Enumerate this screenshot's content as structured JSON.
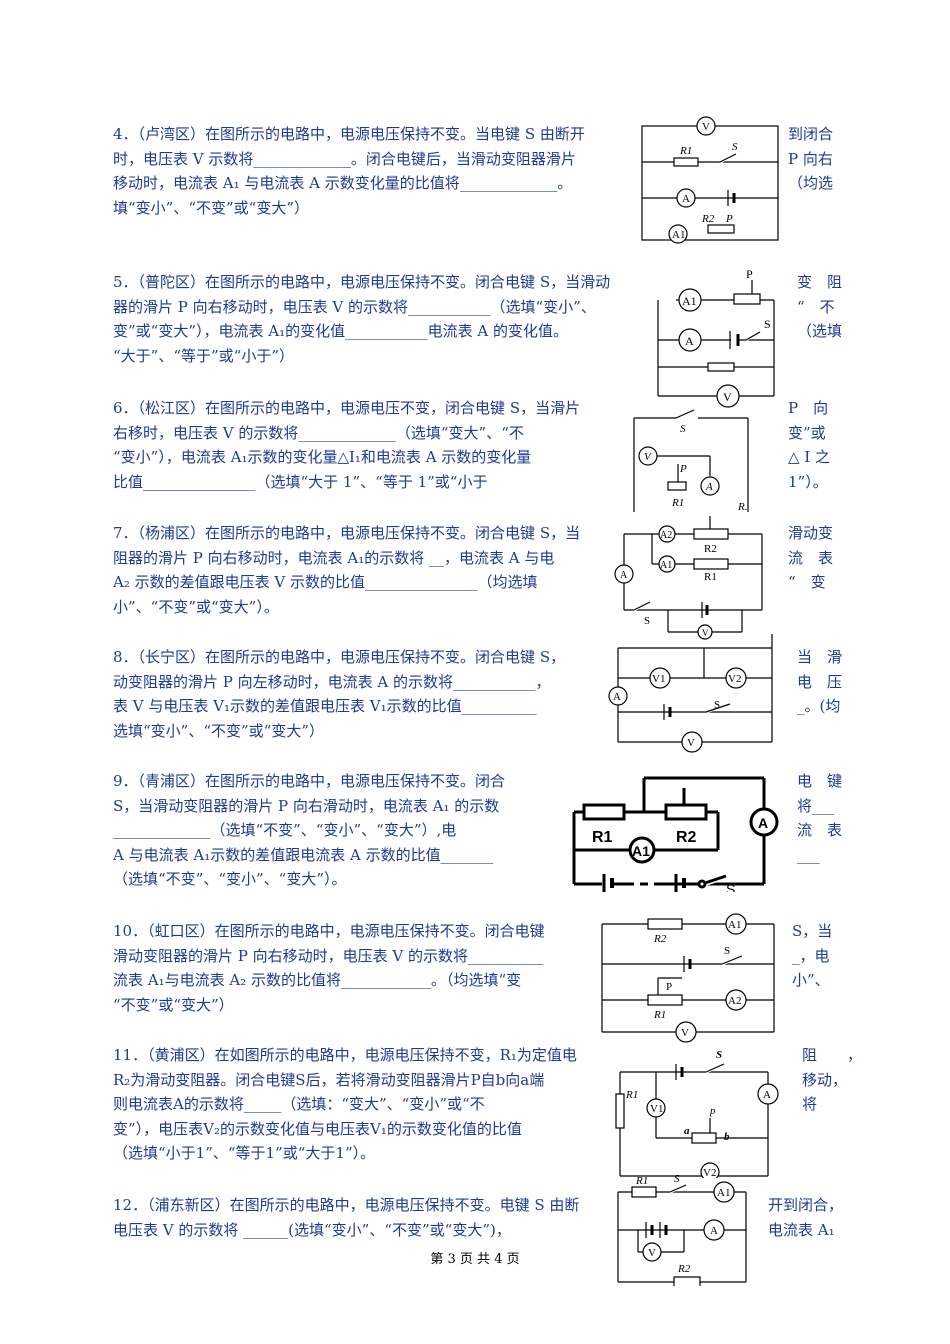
{
  "questions": [
    {
      "lines": [
        "4．（卢湾区）在图所示的电路中，电源电压保持不变。当电键 S 由断开",
        "时，电压表 V 示数将_____________。闭合电键后，当滑动变阻器滑片",
        "移动时，电流表 A₁ 与电流表 A 示数变化量的比值将_____________。",
        "填“变小”、“不变”或“变大”）"
      ],
      "side": [
        "到闭合",
        "P 向右",
        "（均选"
      ]
    },
    {
      "lines": [
        "5．（普陀区）在图所示的电路中，电源电压保持不变。闭合电键 S，当滑动",
        "器的滑片 P 向右移动时，电压表 V 的示数将___________（选填“变小”、",
        "变”或“变大”），电流表 A₁的变化值___________电流表 A 的变化值。",
        "“大于”、“等于”或“小于”）"
      ],
      "side": [
        "变　阻",
        "“　不",
        "（选填"
      ]
    },
    {
      "lines": [
        "6．（松江区）在图所示的电路中，电源电压不变，闭合电键 S，当滑片",
        "右移时，电压表 V 的示数将_____________（选填“变大”、“不",
        "“变小”），电流表 A₁示数的变化量△I₁和电流表 A 示数的变化量",
        "比值_______________（选填“大于 1”、“等于 1”或“小于"
      ],
      "side": [
        "P　向",
        "变”或",
        "△ I 之",
        "1”）。"
      ]
    },
    {
      "lines": [
        "7．（杨浦区）在图所示的电路中，电源电压保持不变。闭合电键 S，当",
        "阻器的滑片 P 向右移动时，电流表 A₁的示数将 __，电流表 A 与电",
        "A₂ 示数的差值跟电压表 V 示数的比值_______________（均选填",
        "小”、“不变”或“变大”）。"
      ],
      "side": [
        "滑动变",
        "流　表",
        "“　变"
      ]
    },
    {
      "lines": [
        "8．（长宁区）在图所示的电路中，电源电压保持不变。闭合电键 S，",
        "动变阻器的滑片 P 向左移动时，电流表 A 的示数将___________，",
        "表 V 与电压表 V₁示数的差值跟电压表 V₁示数的比值__________",
        "选填“变小”、“不变”或“变大”）"
      ],
      "side": [
        "当　滑",
        "电　压",
        "_。(均"
      ]
    },
    {
      "lines": [
        "9．（青浦区）在图所示的电路中，电源电压保持不变。闭合",
        "S，当滑动变阻器的滑片 P 向右滑动时，电流表 A₁ 的示数",
        "_____________（选填“不变”、“变小”、“变大”）,电",
        "A 与电流表 A₁示数的差值跟电流表 A 示数的比值_______",
        "（选填“不变”、“变小”、“变大”）。"
      ],
      "side": [
        "电　键",
        "将___",
        "流　表",
        "___"
      ]
    },
    {
      "lines": [
        "10．（虹口区）在图所示的电路中，电源电压保持不变。闭合电键",
        "滑动变阻器的滑片 P 向右移动时，电压表 V 的示数将__________",
        "流表 A₁与电流表 A₂ 示数的比值将____________。（均选填“变",
        "“不变”或“变大”）"
      ],
      "side": [
        "S，当",
        "_，电",
        "小”、"
      ]
    },
    {
      "lines": [
        "11．（黄浦区）在如图所示的电路中，电源电压保持不变，R₁为定值电",
        "R₂为滑动变阻器。闭合电键S后，若将滑动变阻器滑片P自b向a端",
        "则电流表A的示数将_____（选填：“变大”、“变小”或“不",
        "变”），电压表V₂的示数变化值与电压表V₁的示数变化值的比值",
        "（选填“小于1”、“等于1”或“大于1”）。"
      ],
      "side": [
        "阻　　，",
        "移动，",
        "将"
      ]
    },
    {
      "lines": [
        "12．（浦东新区）在图所示的电路中，电源电压保持不变。电键 S 由断",
        "电压表 V 的示数将 ______(选填“变小”、“不变”或“变大”)，"
      ],
      "side": [
        "开到闭合，",
        "电流表 A₁"
      ]
    }
  ],
  "footer": "第 3 页 共 4 页",
  "figures": [
    {
      "labels": [
        "V",
        "R1",
        "S",
        "A",
        "R2",
        "P",
        "A1"
      ]
    },
    {
      "labels": [
        "P",
        "A1",
        "S",
        "A",
        "V"
      ]
    },
    {
      "labels": [
        "S",
        "V",
        "P",
        "R1",
        "A",
        "R."
      ]
    },
    {
      "labels": [
        "A2",
        "R2",
        "A1",
        "R1",
        "A",
        "S",
        "V"
      ]
    },
    {
      "labels": [
        "V1",
        "V2",
        "A",
        "S",
        "V"
      ]
    },
    {
      "labels": [
        "R1",
        "A1",
        "R2",
        "A",
        "S"
      ]
    },
    {
      "labels": [
        "R2",
        "A1",
        "S",
        "P",
        "A2",
        "R1",
        "V"
      ]
    },
    {
      "labels": [
        "S",
        "R1",
        "V1",
        "A",
        "p",
        "a",
        "b",
        "V2"
      ]
    },
    {
      "labels": [
        "R1",
        "S",
        "A1",
        "A",
        "V",
        "R2"
      ]
    }
  ]
}
